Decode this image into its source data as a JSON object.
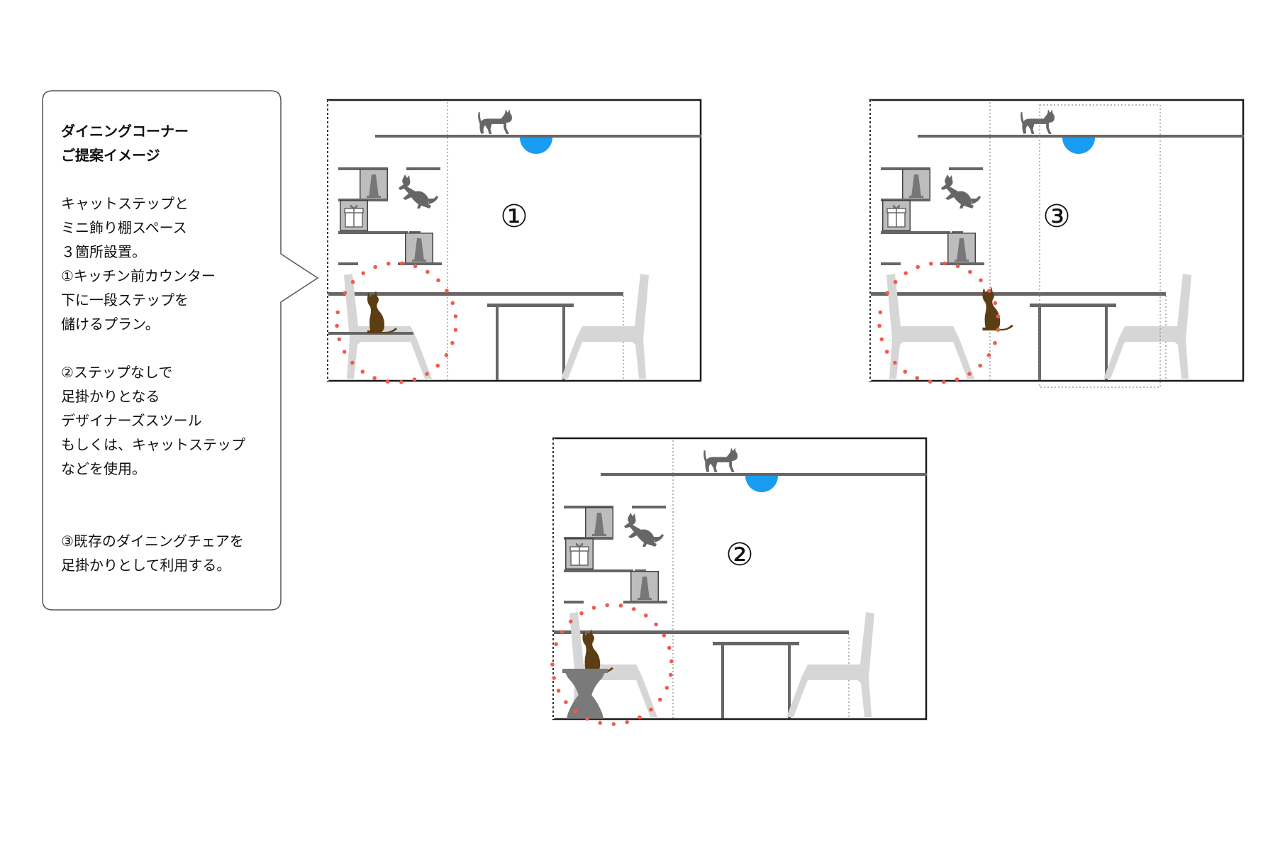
{
  "caption": {
    "title_line1": "ダイニングコーナー",
    "title_line2": "ご提案イメージ",
    "lines": [
      "キャットステップと",
      "ミニ飾り棚スペース",
      "３箇所設置。",
      "①キッチン前カウンター",
      "下に一段ステップを",
      "儲けるプラン。"
    ],
    "lines2": [
      "②ステップなしで",
      "足掛かりとなる",
      "デザイナーズスツール",
      "もしくは、キャットステップ",
      "などを使用。"
    ],
    "lines3": [
      "③既存のダイニングチェアを",
      "足掛かりとして利用する。"
    ]
  },
  "panels": [
    {
      "label": "①"
    },
    {
      "label": "②"
    },
    {
      "label": "③"
    }
  ],
  "colors": {
    "frame": "#1a1a1a",
    "shelf": "#666666",
    "chair": "#d6d6d6",
    "lamp": "#1a9cf0",
    "cat_dark": "#666666",
    "cat_brown": "#5b3e14",
    "dots": "#ef5b4c",
    "stool": "#7a7a7a"
  }
}
